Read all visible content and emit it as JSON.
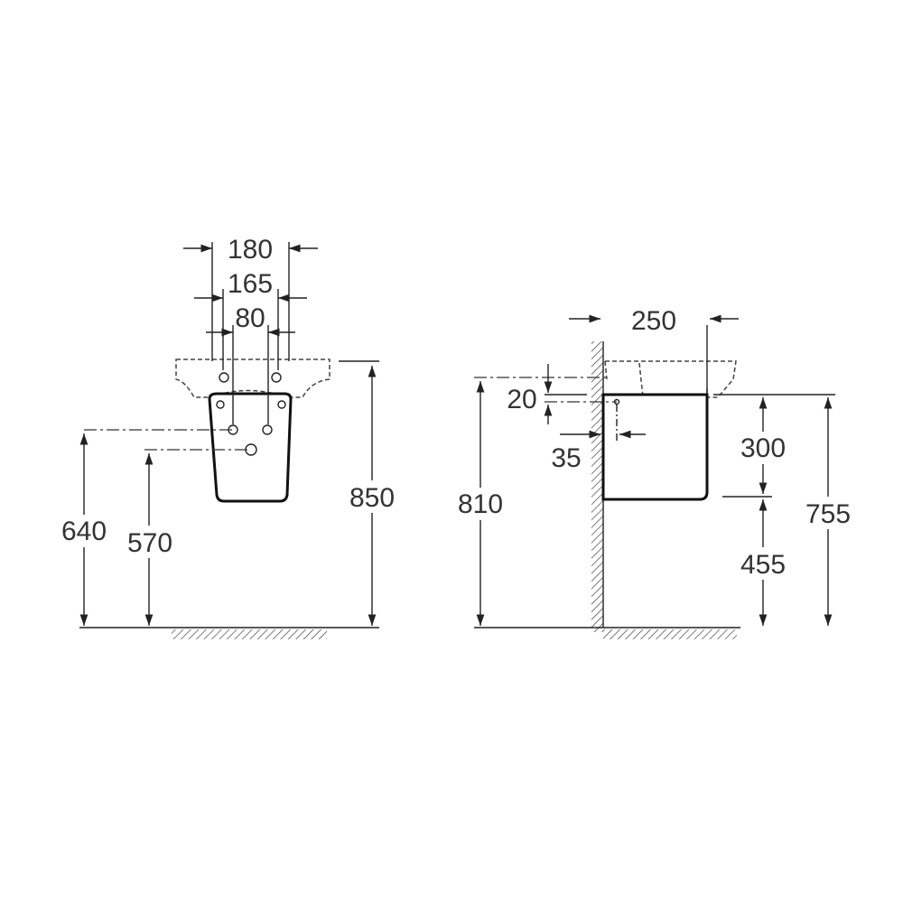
{
  "front_view": {
    "dims": {
      "w180": "180",
      "w165": "165",
      "w80": "80",
      "h850": "850",
      "h640": "640",
      "h570": "570"
    }
  },
  "side_view": {
    "dims": {
      "d250": "250",
      "d20": "20",
      "d35": "35",
      "h810": "810",
      "h300": "300",
      "h455": "455",
      "h755": "755"
    }
  }
}
